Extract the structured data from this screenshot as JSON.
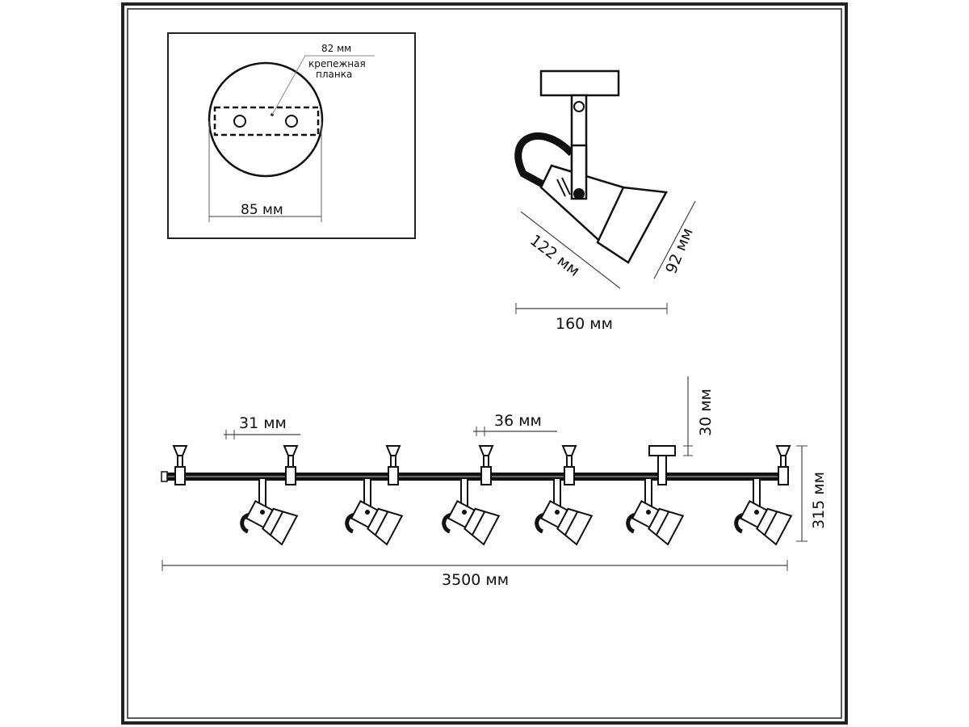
{
  "mounting_plate": {
    "plate_width": "82 мм",
    "plate_label_line1": "крепежная",
    "plate_label_line2": "планка",
    "base_diameter": "85 мм"
  },
  "single_spot": {
    "length": "122 мм",
    "head_diameter": "92 мм",
    "width": "160 мм"
  },
  "rail": {
    "spacing_1": "31 мм",
    "spacing_2": "36 мм",
    "canopy_height": "30 мм",
    "height": "315 мм",
    "length": "3500 мм"
  }
}
